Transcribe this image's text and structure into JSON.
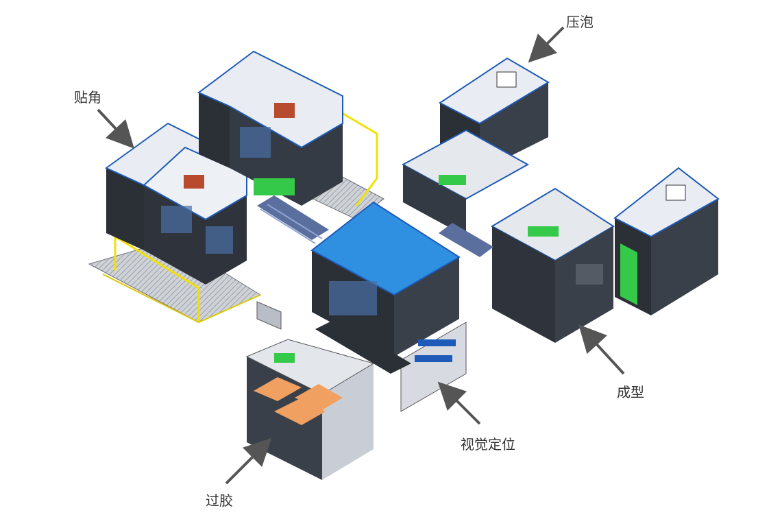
{
  "labels": {
    "tiejiao": "贴角",
    "yapao": "压泡",
    "chengxing": "成型",
    "shijue": "视觉定位",
    "guojiao": "过胶"
  },
  "colors": {
    "machine_frame": "#2b2f36",
    "cabinet_white": "#e9edf3",
    "roof_blue": "#2f8fe0",
    "trim_blue": "#1e5ab8",
    "safety_yellow": "#f2e100",
    "board_green": "#35c94a",
    "tray_orange": "#f0a060",
    "arrow_gray": "#555555"
  }
}
